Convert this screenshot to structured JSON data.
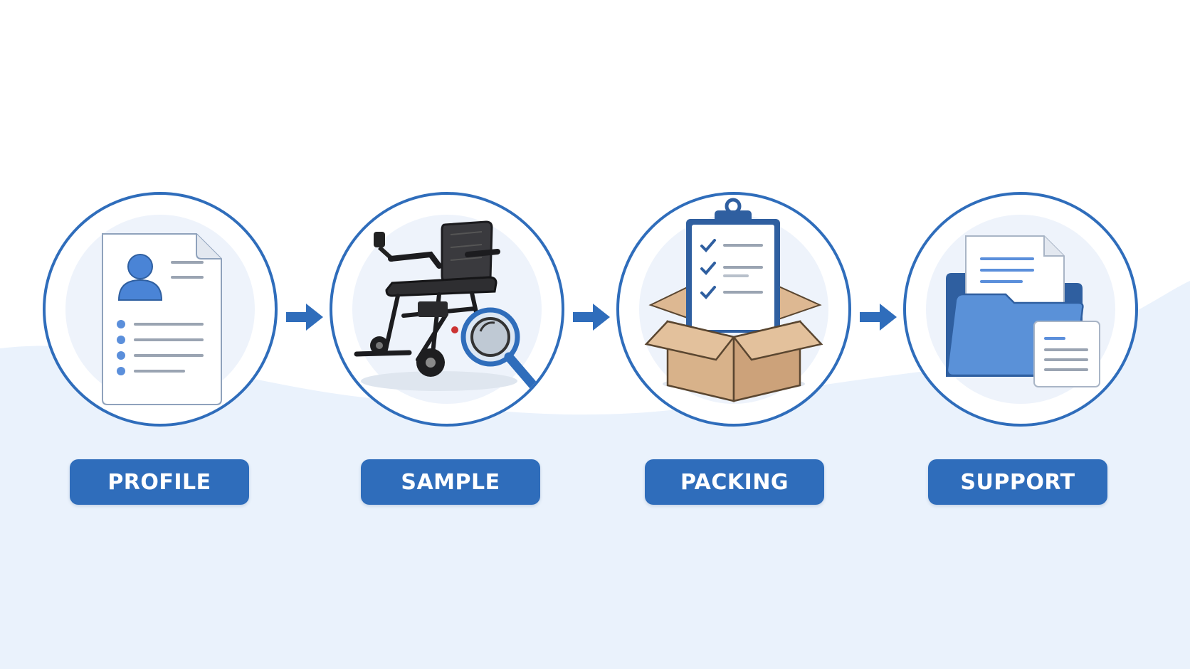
{
  "steps": [
    {
      "label": "PROFILE",
      "icon": "profile-document-icon"
    },
    {
      "label": "SAMPLE",
      "icon": "wheelchair-magnifier-icon"
    },
    {
      "label": "PACKING",
      "icon": "clipboard-box-icon"
    },
    {
      "label": "SUPPORT",
      "icon": "folder-documents-icon"
    }
  ],
  "colors": {
    "accent": "#2f6dbb",
    "circle_fill": "#eef3fb",
    "wave": "#eaf2fc",
    "box": "#d8b28a"
  }
}
